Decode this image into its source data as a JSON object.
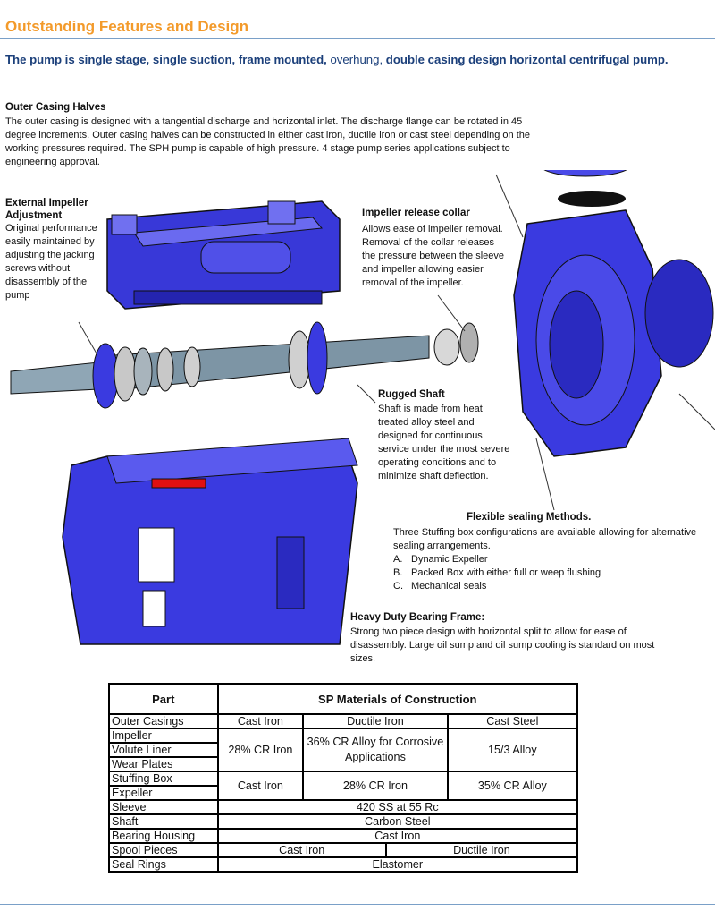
{
  "title": "Outstanding Features and Design",
  "intro": {
    "part1": "The pump is single stage, single suction, frame mounted,",
    "part2": " overhung,",
    "part3": " double casing design",
    "part4": " horizontal centrifugal pump."
  },
  "sections": {
    "outer_casing": {
      "heading": "Outer Casing Halves",
      "body": "The outer casing is designed with a tangential discharge and horizontal inlet.  The discharge flange can be rotated in 45 degree increments.  Outer casing halves  can be constructed in either cast iron, ductile iron or cast steel depending on the working pressures required.  The SPH pump is capable of high pressure. 4 stage pump series applications subject to engineering approval."
    },
    "external_impeller": {
      "heading": "External Impeller Adjustment",
      "body": "Original performance easily maintained by adjusting the jacking screws without disassembly of the pump"
    },
    "impeller_release": {
      "heading": "Impeller release collar",
      "body": " Allows ease of impeller removal.  Removal of the collar releases the pressure between the sleeve and impeller allowing easier removal of the impeller."
    },
    "rugged_shaft": {
      "heading": "Rugged Shaft",
      "body": "Shaft is made from heat treated alloy steel and designed for continuous service under the most severe operating conditions and to minimize shaft deflection."
    },
    "flexible_sealing": {
      "heading": "Flexible sealing Methods.",
      "body": "Three Stuffing box configurations are available allowing for alternative sealing arrangements.",
      "items": [
        {
          "label": "A.",
          "text": "Dynamic Expeller"
        },
        {
          "label": "B.",
          "text": "Packed Box with either full or  weep flushing"
        },
        {
          "label": "C.",
          "text": "Mechanical seals"
        }
      ]
    },
    "bearing_frame": {
      "heading": "Heavy Duty Bearing Frame:",
      "body": "Strong two piece design with horizontal split to allow for ease of disassembly.  Large oil sump and oil sump cooling is standard on most sizes."
    }
  },
  "table": {
    "header_part": "Part",
    "header_materials": "SP Materials of Construction",
    "outer_casings": {
      "part": "Outer Casings",
      "c1": "Cast Iron",
      "c2": "Ductile Iron",
      "c3": "Cast Steel"
    },
    "group1": {
      "parts": [
        "Impeller",
        "Volute Liner",
        "Wear Plates"
      ],
      "c1": "28% CR Iron",
      "c2": "36% CR Alloy for Corrosive Applications",
      "c3": "15/3 Alloy"
    },
    "group2": {
      "parts": [
        "Stuffing Box",
        "Expeller"
      ],
      "c1": "Cast Iron",
      "c2": "28% CR Iron",
      "c3": "35% CR Alloy"
    },
    "sleeve": {
      "part": "Sleeve",
      "value": "420 SS at 55 Rc"
    },
    "shaft": {
      "part": "Shaft",
      "value": "Carbon Steel"
    },
    "bearing_housing": {
      "part": "Bearing Housing",
      "value": "Cast Iron"
    },
    "spool_pieces": {
      "part": "Spool Pieces",
      "c1": "Cast Iron",
      "c2": "Ductile Iron"
    },
    "seal_rings": {
      "part": "Seal Rings",
      "value": "Elastomer"
    }
  },
  "colors": {
    "title": "#f39a2a",
    "intro": "#1b3f7a",
    "part_blue": "#3a3ae0",
    "rule": "#7aa0c8"
  }
}
